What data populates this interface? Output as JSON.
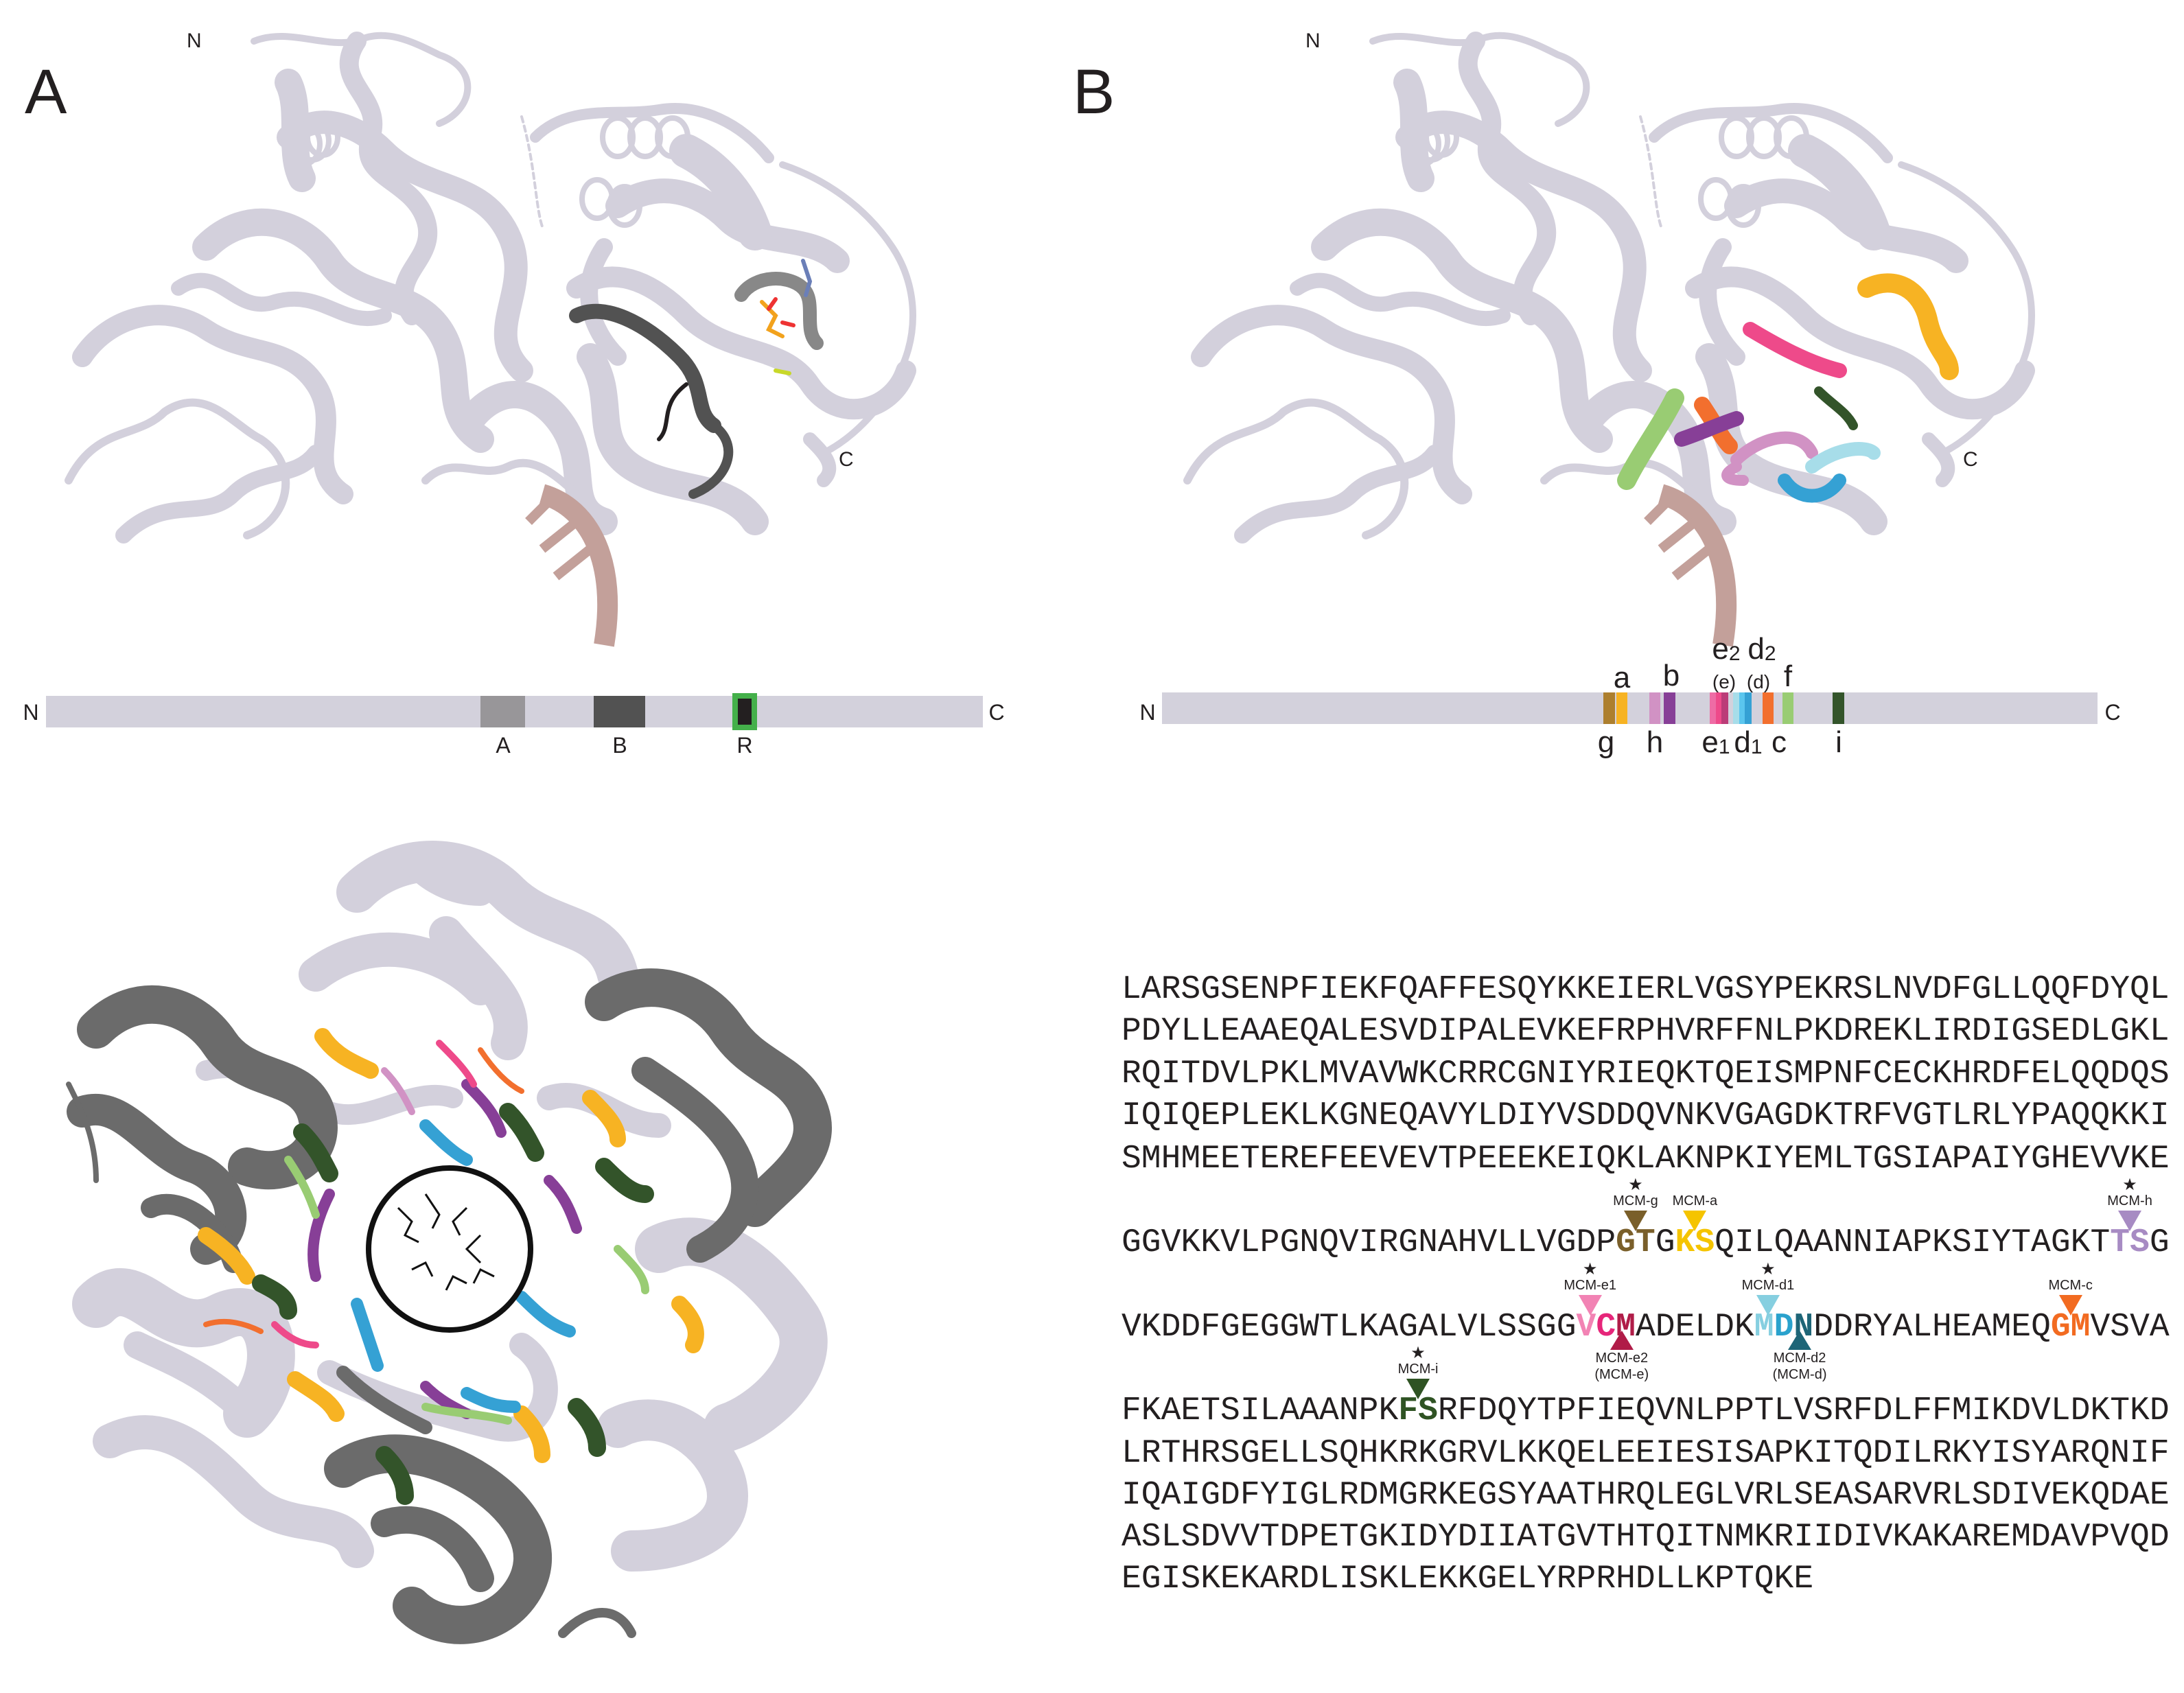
{
  "panels": {
    "a_letter": "A",
    "b_letter": "B"
  },
  "structure_labels": {
    "n": "N",
    "c": "C"
  },
  "colors": {
    "protein": "#d3d0dc",
    "dark_protein": "#6b6b6b",
    "dna": "#c3a09a",
    "motif_A": "#989699",
    "motif_B": "#525252",
    "motif_R": "#231f20",
    "motif_R_border": "#44b04a",
    "g": "#ad7f2e",
    "a": "#f7b323",
    "h": "#d192c4",
    "b": "#873f97",
    "e": [
      "#ee6ca5",
      "#ee4a8a",
      "#bb3c78"
    ],
    "d": [
      "#a7dde9",
      "#5bc6ee",
      "#35a1d4"
    ],
    "c": "#f26f2e",
    "f": "#99cc73",
    "i": "#33542a"
  },
  "bar_a": {
    "n": "N",
    "c": "C",
    "segments": [
      {
        "label": "A"
      },
      {
        "label": "B"
      },
      {
        "label": "R"
      }
    ]
  },
  "bar_b": {
    "n": "N",
    "c": "C",
    "top_labels": {
      "a": "a",
      "b": "b",
      "e2": "e",
      "e2_sub": "2",
      "d2": "d",
      "d2_sub": "2",
      "e_paren": "(e)",
      "d_paren": "(d)",
      "f": "f"
    },
    "bottom_labels": {
      "g": "g",
      "h": "h",
      "e1": "e",
      "e1_sub": "1",
      "d1": "d",
      "d1_sub": "1",
      "c": "c",
      "i": "i"
    }
  },
  "sequence": {
    "lines": [
      {
        "segments": [
          {
            "text": "LARSGSENPFIEKFQAFFESQYKKEIERLVGSYPEKRSLNVDFGLLQQFDYQL"
          }
        ]
      },
      {
        "segments": [
          {
            "text": "PDYLLEAAEQALESVDIPALEVKEFRPHVRFFNLPKDREKLIRDIGSEDLGKL"
          }
        ]
      },
      {
        "segments": [
          {
            "text": "RQITDVLPKLMVAVWKCRRCGNIYRIEQKTQEISMPNFCECKHRDFELQQDQS"
          }
        ]
      },
      {
        "segments": [
          {
            "text": "IQIQEPLEKLKGNEQAVYLDIYVSDDQVNKVGAGDKTRFVGTLRLYPAQQKKI"
          }
        ]
      },
      {
        "segments": [
          {
            "text": "SMHMEETEREFEEVEVTPEEEKEIQKLAKNPKIYEMLTGSIAPAIYGHEVVKE"
          }
        ]
      },
      {
        "segments": [
          {
            "text": "GGVKKVLPGNQVIRGNAHVLLVGDP"
          },
          {
            "text": "GT",
            "color": "#7a5f2a",
            "marker": "MCM-g"
          },
          {
            "text": "G"
          },
          {
            "text": "KS",
            "color": "#f5c400",
            "marker": "MCM-a"
          },
          {
            "text": "QILQAANNIAPKSIYTAGKT"
          },
          {
            "text": "TS",
            "color": "#a78bc3",
            "marker": "MCM-h"
          },
          {
            "text": "G"
          }
        ]
      },
      {
        "segments": [
          {
            "text": "VKDDFGEGGWTLKAGALVLSSGG"
          },
          {
            "text": "V",
            "color": "#f283b4",
            "marker": "MCM-e1"
          },
          {
            "text": "C",
            "color": "#e6267a"
          },
          {
            "text": "M",
            "color": "#b01c48",
            "marker": "MCM-e2",
            "marker_sub": "(MCM-e)"
          },
          {
            "text": "ADELDK"
          },
          {
            "text": "M",
            "color": "#86cfe0",
            "marker": "MCM-d1"
          },
          {
            "text": "D",
            "color": "#2aa2cd"
          },
          {
            "text": "N",
            "color": "#1e6577",
            "marker": "MCM-d2",
            "marker_sub": "(MCM-d)"
          },
          {
            "text": "DDRYALHEAMEQ"
          },
          {
            "text": "GM",
            "color": "#f26b21",
            "marker": "MCM-c"
          },
          {
            "text": "VSVA"
          }
        ]
      },
      {
        "segments": [
          {
            "text": "FKAETSILAAANPK"
          },
          {
            "text": "FS",
            "color": "#2f5323",
            "marker": "MCM-i"
          },
          {
            "text": "RFDQYTPFIEQVNLPPTLVSRFDLFFMIKDVLDKTKD"
          }
        ]
      },
      {
        "segments": [
          {
            "text": "LRTHRSGELLSQHKRKGRVLKKQELEEIESISAPKITQDILRKYISYARQNIF"
          }
        ]
      },
      {
        "segments": [
          {
            "text": "IQAIGDFYIGLRDMGRKEGSYAATHRQLEGLVRLSEASARVRLSDIVEKQDAE"
          }
        ]
      },
      {
        "segments": [
          {
            "text": "ASLSDVVTDPETGKIDYDIIATGVTHTQITNMKRIIDIVKAKAREMDAVPVQD"
          }
        ]
      },
      {
        "segments": [
          {
            "text": "EGISKEKARDLISKLEKKGELYRPRHDLLKPTQKE"
          }
        ]
      }
    ],
    "star_icon": "star-icon"
  }
}
